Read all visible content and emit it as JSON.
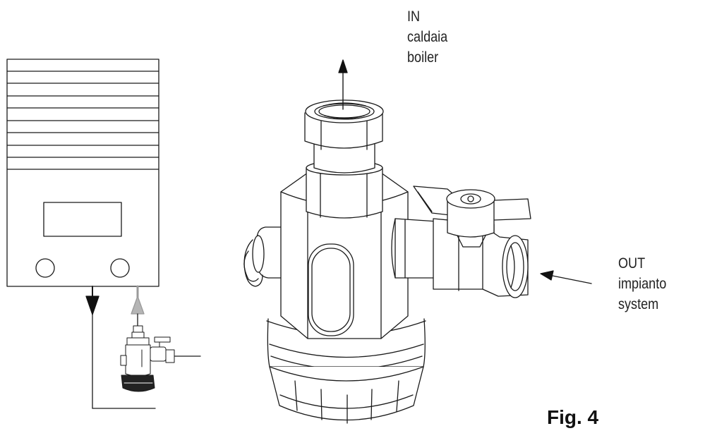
{
  "labels": {
    "in": {
      "line1": "IN",
      "line2": "caldaia",
      "line3": "boiler"
    },
    "out": {
      "line1": "OUT",
      "line2": "impianto",
      "line3": "system"
    },
    "figure": "Fig. 4"
  }
}
